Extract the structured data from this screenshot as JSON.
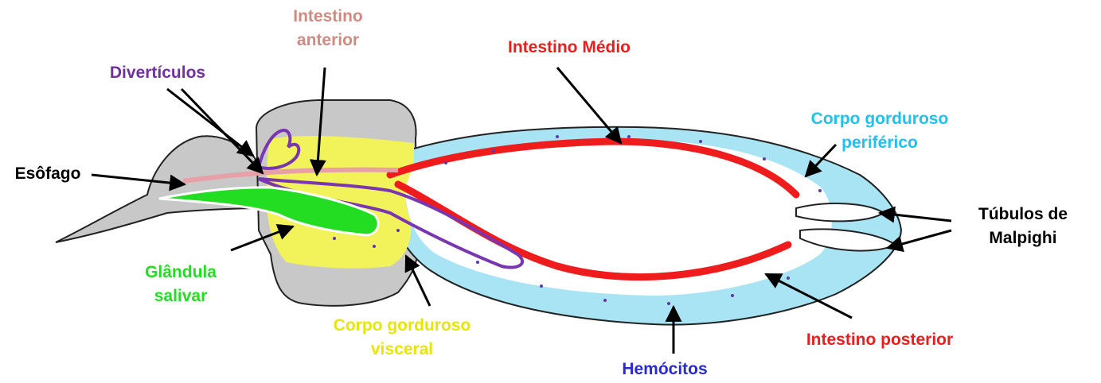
{
  "labels": {
    "intestino_anterior": {
      "line1": "Intestino",
      "line2": "anterior",
      "color": "#d08a82"
    },
    "intestino_medio": {
      "text": "Intestino Médio",
      "color": "#ee1c1c"
    },
    "diverticulos": {
      "text": "Divertículos",
      "color": "#7030a0"
    },
    "corpo_gorduroso_periferico": {
      "line1": "Corpo gorduroso",
      "line2": "periférico",
      "color": "#1fc1f0"
    },
    "esofago": {
      "text": "Esôfago",
      "color": "#000000"
    },
    "tubulos_malpighi": {
      "line1": "Túbulos de",
      "line2": "Malpighi",
      "color": "#000000"
    },
    "glandula_salivar": {
      "line1": "Glândula",
      "line2": "salivar",
      "color": "#22dd22"
    },
    "corpo_gorduroso_visceral": {
      "line1": "Corpo gorduroso",
      "line2": "visceral",
      "color": "#e6e600"
    },
    "intestino_posterior": {
      "text": "Intestino posterior",
      "color": "#ee1c1c"
    },
    "hemocitos": {
      "text": "Hemócitos",
      "color": "#2a2ad0"
    }
  },
  "colors": {
    "thorax_gray": "#c8c8c8",
    "fat_visceral": "#f2f25a",
    "fat_peripheral": "#a8e4f4",
    "midgut": "#ee1c1c",
    "diverticula": "#7a35b0",
    "salivary": "#22dd22",
    "foregut": "#e8a0a8",
    "hemocyte": "#5a3aa8",
    "outline": "#222222"
  }
}
